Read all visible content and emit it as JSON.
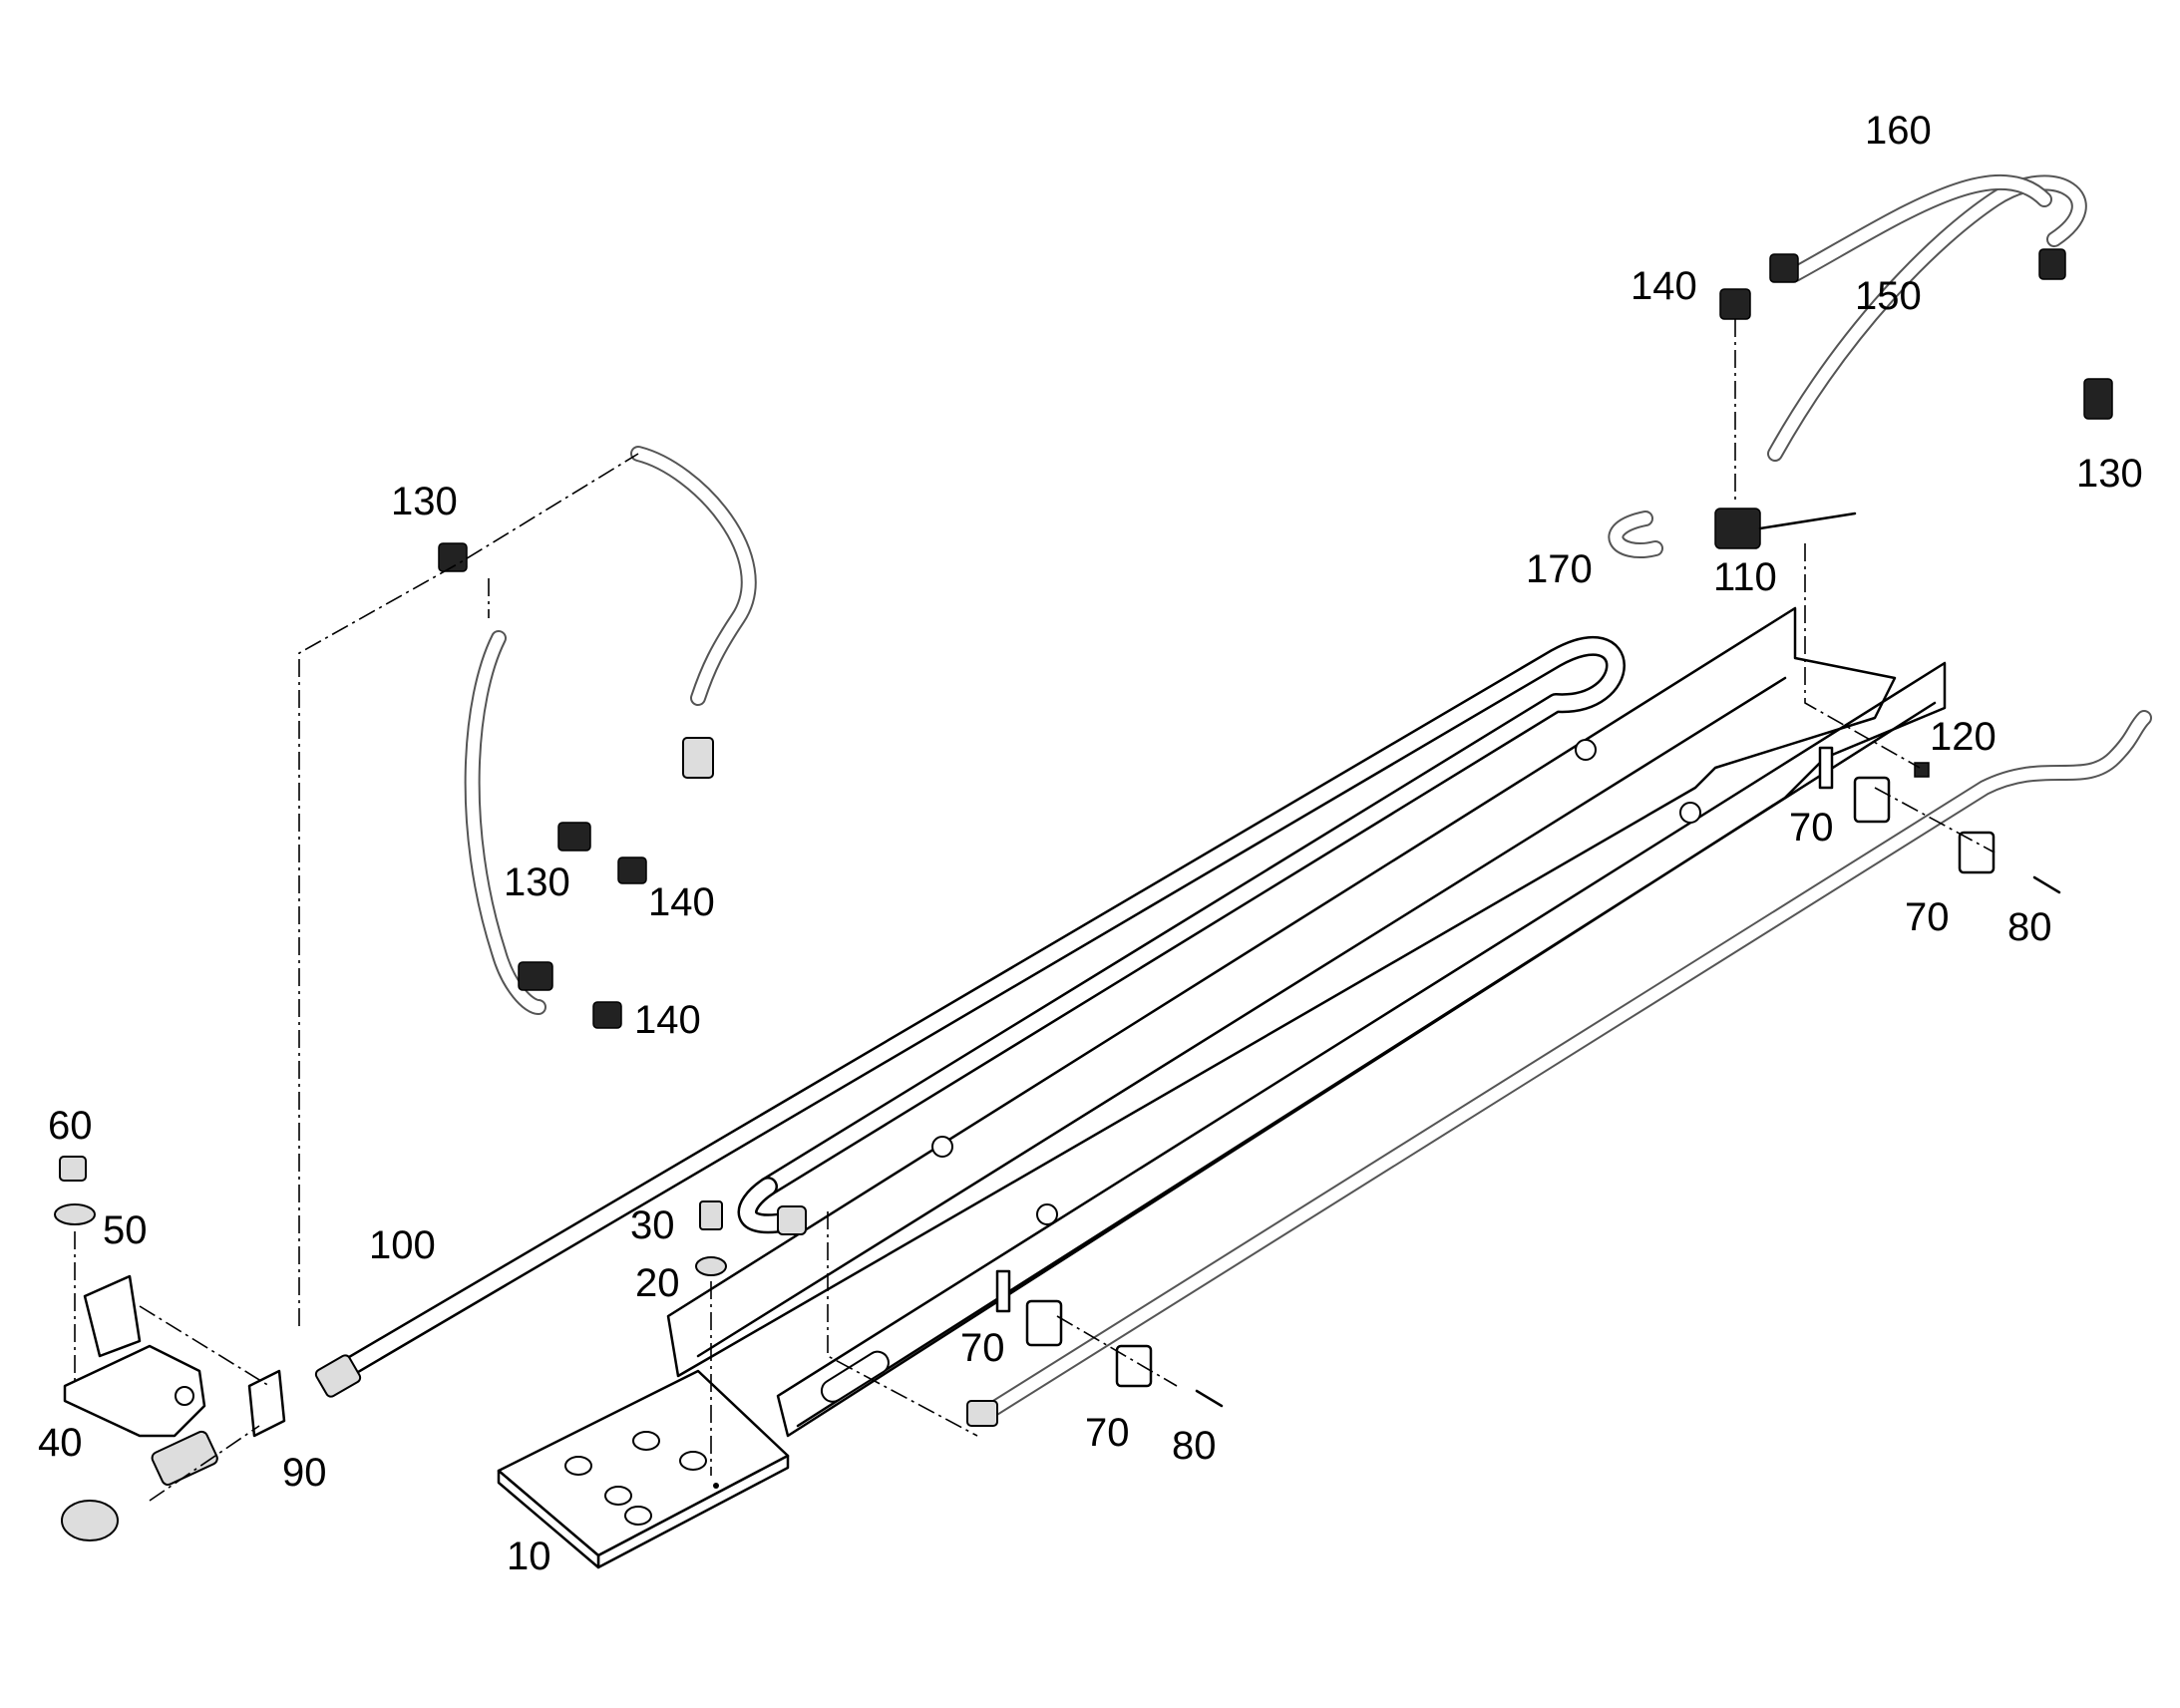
{
  "callouts": [
    {
      "key": "c10",
      "label": "10"
    },
    {
      "key": "c20",
      "label": "20"
    },
    {
      "key": "c30",
      "label": "30"
    },
    {
      "key": "c40",
      "label": "40"
    },
    {
      "key": "c50",
      "label": "50"
    },
    {
      "key": "c60",
      "label": "60"
    },
    {
      "key": "c70a",
      "label": "70"
    },
    {
      "key": "c70b",
      "label": "70"
    },
    {
      "key": "c70c",
      "label": "70"
    },
    {
      "key": "c70d",
      "label": "70"
    },
    {
      "key": "c80a",
      "label": "80"
    },
    {
      "key": "c80b",
      "label": "80"
    },
    {
      "key": "c90",
      "label": "90"
    },
    {
      "key": "c100",
      "label": "100"
    },
    {
      "key": "c110",
      "label": "110"
    },
    {
      "key": "c120",
      "label": "120"
    },
    {
      "key": "c130a",
      "label": "130"
    },
    {
      "key": "c130b",
      "label": "130"
    },
    {
      "key": "c130c",
      "label": "130"
    },
    {
      "key": "c140a",
      "label": "140"
    },
    {
      "key": "c140b",
      "label": "140"
    },
    {
      "key": "c140c",
      "label": "140"
    },
    {
      "key": "c150",
      "label": "150"
    },
    {
      "key": "c160",
      "label": "160"
    },
    {
      "key": "c170",
      "label": "170"
    }
  ]
}
